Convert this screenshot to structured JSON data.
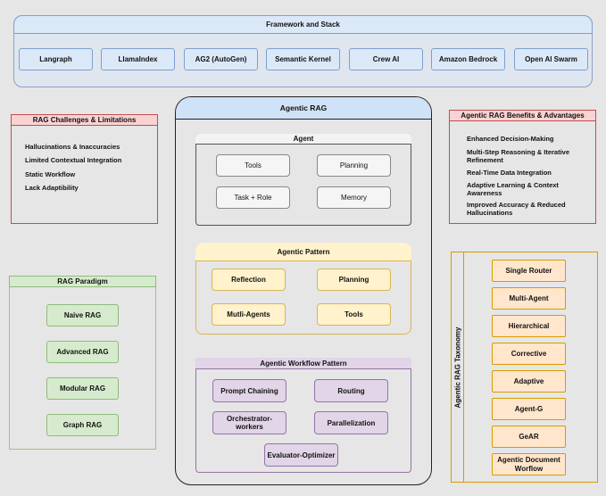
{
  "framework": {
    "title": "Framework and Stack",
    "items": [
      "Langraph",
      "LlamaIndex",
      "AG2 (AutoGen)",
      "Semantic Kernel",
      "Crew AI",
      "Amazon Bedrock",
      "Open AI Swarm"
    ]
  },
  "challenges": {
    "title": "RAG Challenges & Limitations",
    "items": [
      "Hallucinations & Inaccuracies",
      "Limited Contextual Integration",
      "Static Workflow",
      "Lack Adaptibility"
    ]
  },
  "paradigm": {
    "title": "RAG Paradigm",
    "items": [
      "Naive RAG",
      "Advanced RAG",
      "Modular RAG",
      "Graph RAG"
    ]
  },
  "agentic_rag": {
    "title": "Agentic RAG",
    "agent": {
      "title": "Agent",
      "items": [
        "Tools",
        "Planning",
        "Task + Role",
        "Memory"
      ]
    },
    "pattern": {
      "title": "Agentic Pattern",
      "items": [
        "Reflection",
        "Planning",
        "Mutli-Agents",
        "Tools"
      ]
    },
    "workflow": {
      "title": "Agentic Workflow Pattern",
      "items": [
        "Prompt Chaining",
        "Routing",
        "Orchestrator-workers",
        "Parallelization",
        "Evaluator-Optimizer"
      ]
    }
  },
  "benefits": {
    "title": "Agentic RAG Benefits & Advantages",
    "items": [
      "Enhanced Decision-Making",
      "Multi-Step Reasoning & Iterative Refinement",
      "Real-Time Data Integration",
      "Adaptive Learning & Context Awareness",
      "Improved Accuracy & Reduced Hallucinations"
    ]
  },
  "taxonomy": {
    "title": "Agentic RAG Taxonomy",
    "items": [
      "Single Router",
      "Multi-Agent",
      "Hierarchical",
      "Corrective",
      "Adaptive",
      "Agent-G",
      "GeAR",
      "Agentic Document Worflow"
    ]
  }
}
